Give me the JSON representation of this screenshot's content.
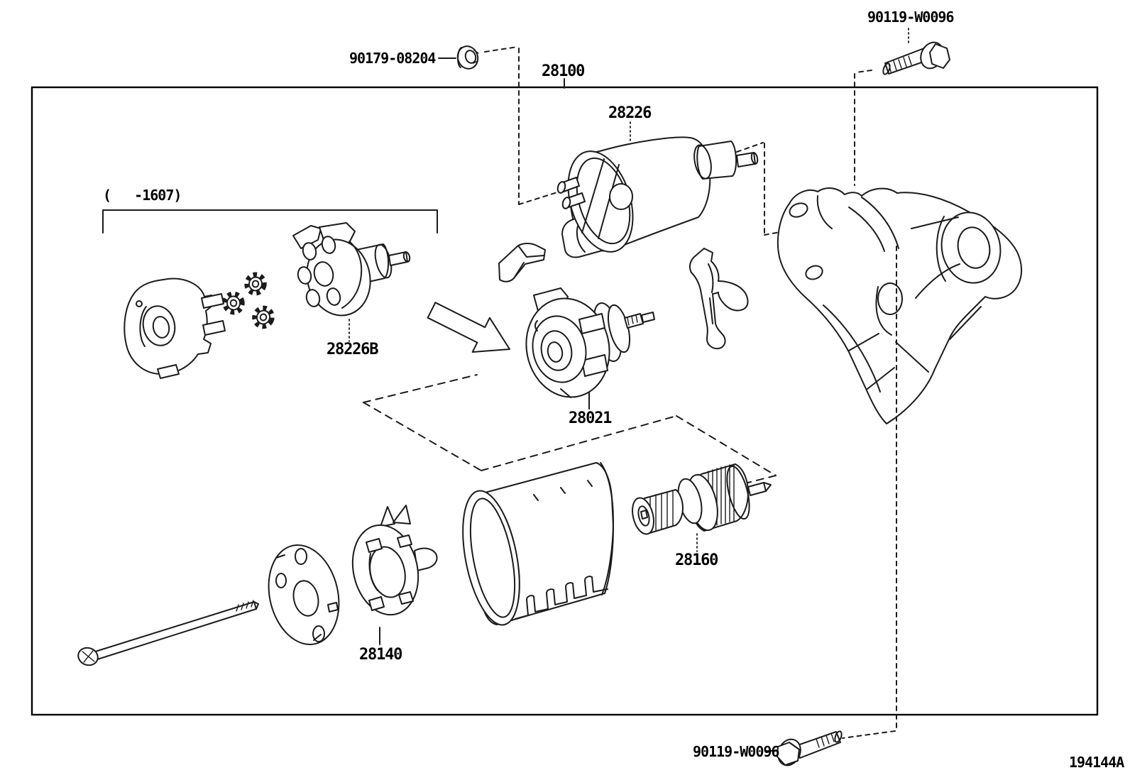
{
  "figure": {
    "code": "194144A"
  },
  "labels": {
    "nut": "90179-08204",
    "starter_assembly": "28100",
    "bolt_top": "90119-W0096",
    "magnet_switch": "28226",
    "production_range": "(   -1607)",
    "gear_set": "28226B",
    "center_bracket": "28021",
    "clutch": "28160",
    "brush_holder": "28140",
    "bolt_bottom": "90119-W0096"
  },
  "colors": {
    "line": "#1b1b1b",
    "background": "#ffffff"
  }
}
